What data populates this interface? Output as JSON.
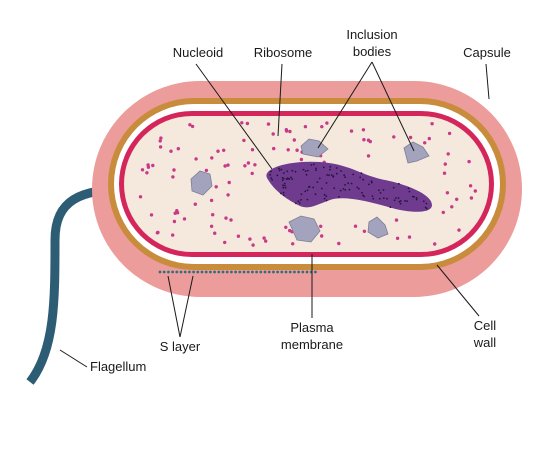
{
  "labels": {
    "nucleoid": "Nucleoid",
    "ribosome": "Ribosome",
    "inclusion_line1": "Inclusion",
    "inclusion_line2": "bodies",
    "capsule": "Capsule",
    "s_layer": "S layer",
    "plasma_line1": "Plasma",
    "plasma_line2": "membrane",
    "cell_wall_line1": "Cell",
    "cell_wall_line2": "wall",
    "flagellum": "Flagellum"
  },
  "colors": {
    "capsule": "#ec9c9a",
    "cell_wall": "#c88c3c",
    "gap": "#ffffff",
    "plasma_membrane": "#d4265b",
    "cytoplasm": "#f4e9dc",
    "ribosome": "#c8398a",
    "nucleoid": "#6e3b8e",
    "inclusion_body": "#a3a3bd",
    "flagellum": "#2c5d74",
    "s_layer": "#2e6f7e"
  }
}
